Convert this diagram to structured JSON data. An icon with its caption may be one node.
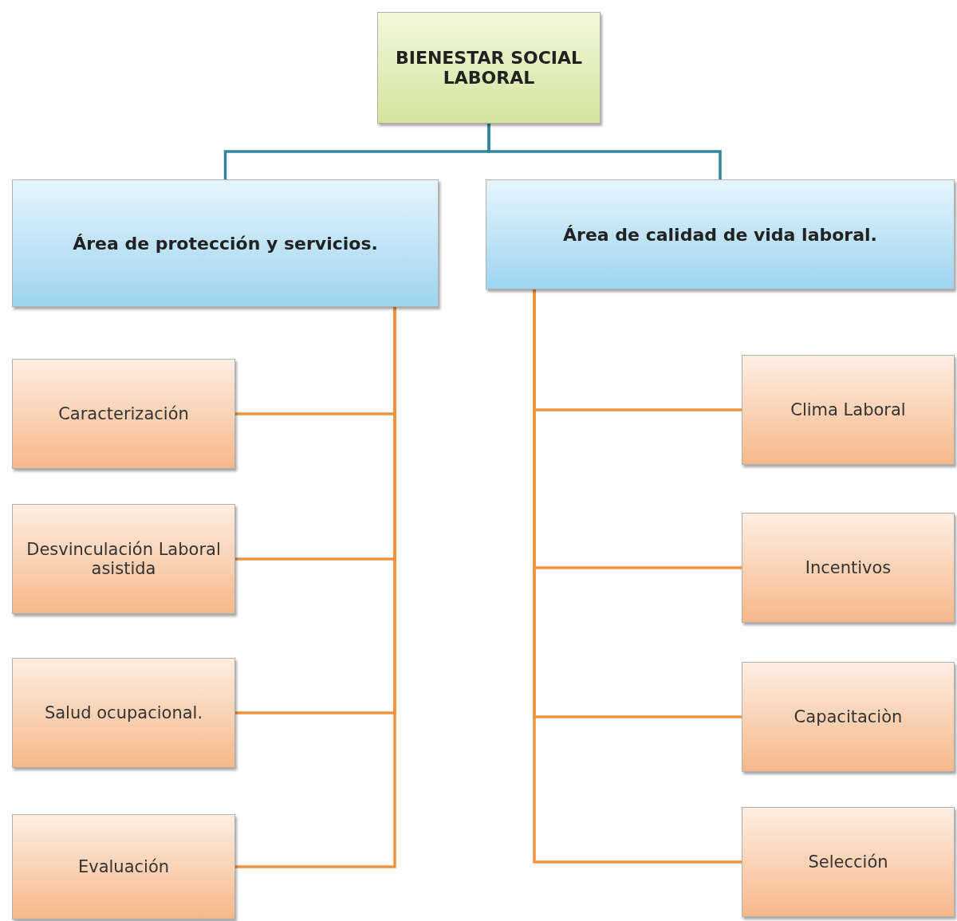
{
  "diagram": {
    "nodes": [
      {
        "text": [
          "BIENESTAR SOCIAL LABORAL"
        ]
      },
      {
        "text": [
          "Área de protección y servicios."
        ]
      },
      {
        "text": [
          "Área de calidad de vida laboral."
        ]
      },
      {
        "text": [
          "Caracterización"
        ]
      },
      {
        "text": [
          "Desvinculación Laboral asistida"
        ]
      },
      {
        "text": [
          "Salud ocupacional."
        ]
      },
      {
        "text": [
          "Evaluación"
        ]
      },
      {
        "text": [
          "Clima Laboral"
        ]
      },
      {
        "text": [
          "Incentivos"
        ]
      },
      {
        "text": [
          "Capacitaciòn"
        ]
      },
      {
        "text": [
          "Selección"
        ]
      }
    ],
    "edges": [
      {
        "from": 0,
        "to": 1,
        "arrow": "none",
        "color": "#31859c"
      },
      {
        "from": 0,
        "to": 2,
        "arrow": "none",
        "color": "#31859c"
      },
      {
        "from": 1,
        "to": 3,
        "arrow": "none"
      },
      {
        "from": 1,
        "to": 4,
        "arrow": "none"
      },
      {
        "from": 1,
        "to": 5,
        "arrow": "none"
      },
      {
        "from": 1,
        "to": 6,
        "arrow": "none"
      },
      {
        "from": 2,
        "to": 7,
        "arrow": "none"
      },
      {
        "from": 2,
        "to": 8,
        "arrow": "none"
      },
      {
        "from": 2,
        "to": 9,
        "arrow": "none"
      },
      {
        "from": 2,
        "to": 10,
        "arrow": "none"
      }
    ]
  }
}
